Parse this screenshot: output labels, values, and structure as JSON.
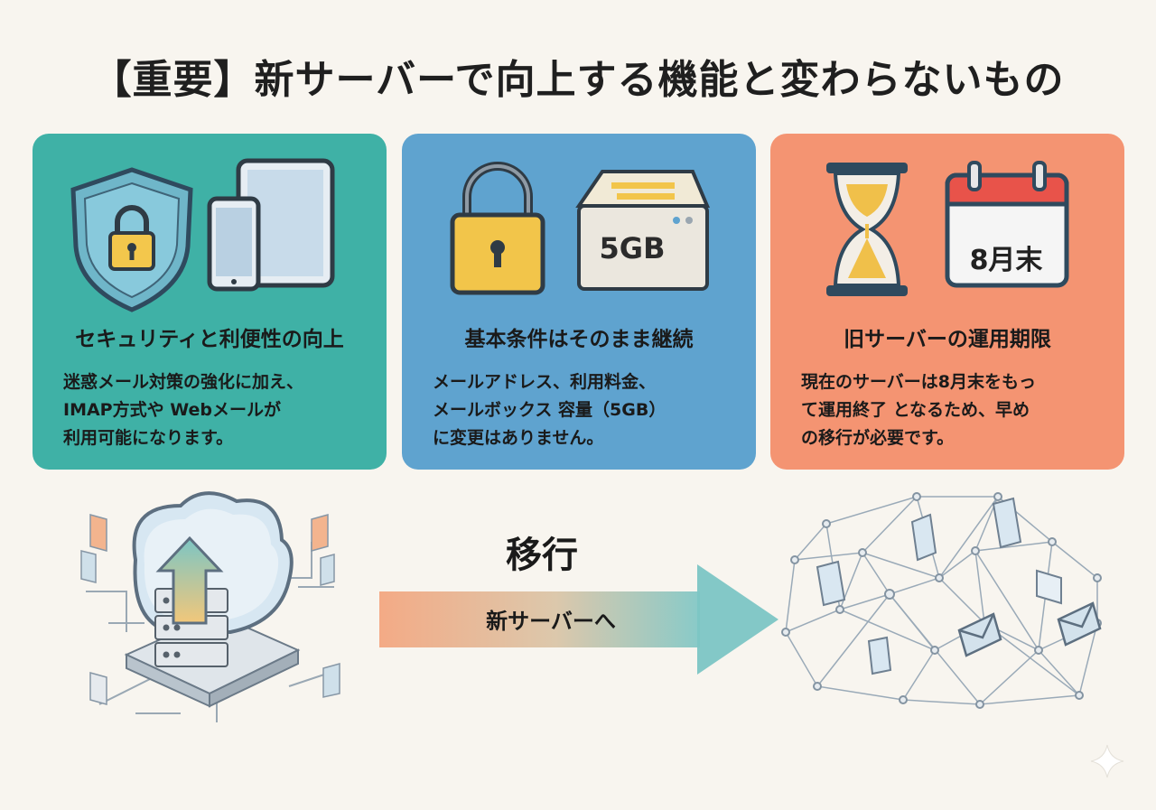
{
  "title": "【重要】新サーバーで向上する機能と変わらないもの",
  "cards": [
    {
      "heading": "セキュリティと利便性の向上",
      "lines": [
        "迷惑メール対策の強化に加え、",
        "IMAP方式や Webメールが",
        "利用可能になります。"
      ],
      "icons": [
        "shield-lock-icon",
        "devices-icon"
      ],
      "color": "#3fb1a6"
    },
    {
      "heading": "基本条件はそのまま継続",
      "lines": [
        "メールアドレス、利用料金、",
        "メールボックス 容量（5GB）",
        "に変更はありません。"
      ],
      "icons": [
        "padlock-icon",
        "storage-box-icon"
      ],
      "storage_label": "5GB",
      "color": "#5fa3cf"
    },
    {
      "heading": "旧サーバーの運用期限",
      "lines": [
        "現在のサーバーは8月末をもっ",
        "て運用終了 となるため、早め",
        "の移行が必要です。"
      ],
      "icons": [
        "hourglass-icon",
        "calendar-icon"
      ],
      "calendar_label": "8月末",
      "color": "#f49472"
    }
  ],
  "migration": {
    "label": "移行",
    "arrow_label": "新サーバーへ",
    "icons": [
      "cloud-server-icon",
      "network-icon"
    ]
  }
}
